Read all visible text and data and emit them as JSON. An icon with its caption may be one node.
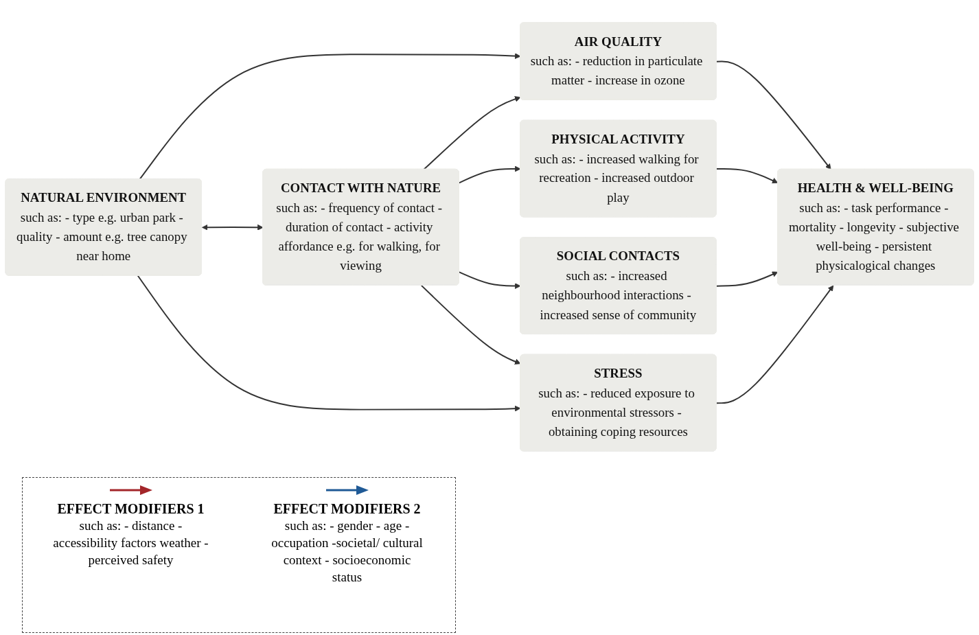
{
  "diagram": {
    "nodes": [
      {
        "text": [
          "NATURAL ENVIRONMENT",
          "such as: - type e.g. urban park - quality - amount e.g. tree canopy near home"
        ]
      },
      {
        "text": [
          "CONTACT WITH NATURE",
          "such as: - frequency of contact - duration of contact - activity affordance e.g. for walking, for viewing"
        ]
      },
      {
        "text": [
          "AIR QUALITY",
          "such as: - reduction in particulate matter - increase in ozone"
        ]
      },
      {
        "text": [
          "PHYSICAL ACTIVITY",
          "such as: - increased walking for recreation - increased outdoor play"
        ]
      },
      {
        "text": [
          "SOCIAL CONTACTS",
          "such as: - increased neighbourhood interactions - increased sense of community"
        ]
      },
      {
        "text": [
          "STRESS",
          "such as: - reduced exposure to environmental stressors - obtaining coping resources"
        ]
      },
      {
        "text": [
          "HEALTH & WELL-BEING",
          "such as: - task performance - mortality - longevity - subjective well-being - persistent physicalogical changes"
        ]
      }
    ],
    "edges": [
      {
        "from": 0,
        "to": 2,
        "arrow": "to"
      },
      {
        "from": 0,
        "to": 1,
        "arrow": "both"
      },
      {
        "from": 0,
        "to": 5,
        "arrow": "to"
      },
      {
        "from": 1,
        "to": 2,
        "arrow": "to"
      },
      {
        "from": 1,
        "to": 3,
        "arrow": "to"
      },
      {
        "from": 1,
        "to": 4,
        "arrow": "to"
      },
      {
        "from": 1,
        "to": 5,
        "arrow": "to"
      },
      {
        "from": 2,
        "to": 6,
        "arrow": "to"
      },
      {
        "from": 3,
        "to": 6,
        "arrow": "to"
      },
      {
        "from": 4,
        "to": 6,
        "arrow": "to"
      },
      {
        "from": 5,
        "to": 6,
        "arrow": "to"
      }
    ],
    "labels": [
      "such as: - distance - accessibility factors weather - perceived safety",
      "such as: - gender - age - occupation -societal/ cultural context - socioeconomic status"
    ],
    "legend": [
      {
        "text": "EFFECT MODIFIERS 1",
        "color": "#a3262a"
      },
      {
        "text": "EFFECT MODIFIERS 2",
        "color": "#1f5a96"
      }
    ]
  }
}
